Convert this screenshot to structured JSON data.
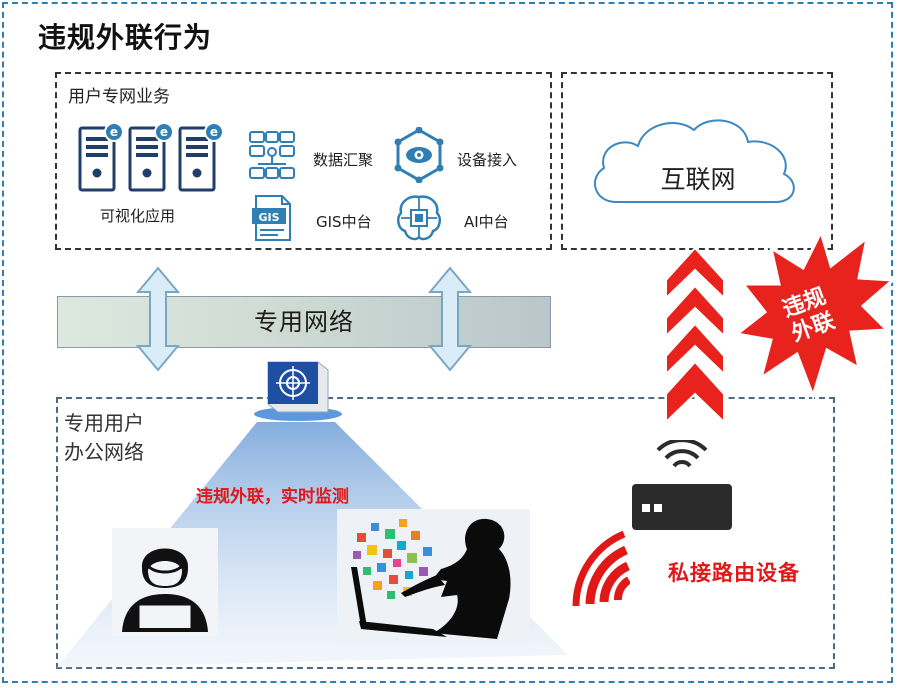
{
  "title": "违规外联行为",
  "business": {
    "title": "用户专网业务",
    "visual_app_label": "可视化应用",
    "data_label": "数据汇聚",
    "device_label": "设备接入",
    "gis_label": "GIS中台",
    "gis_icon_text": "GIS",
    "ai_label": "AI中台"
  },
  "internet_label": "互联网",
  "network_label": "专用网络",
  "office_label_line1": "专用用户",
  "office_label_line2": "办公网络",
  "monitor_text": "违规外联，实时监测",
  "router_text": "私接路由设备",
  "badge_line1": "违规",
  "badge_line2": "外联",
  "colors": {
    "accent_red": "#e01818",
    "frame_blue": "#2f7fb5",
    "server_navy": "#1f3e6b",
    "icon_blue": "#2f7fb5"
  }
}
